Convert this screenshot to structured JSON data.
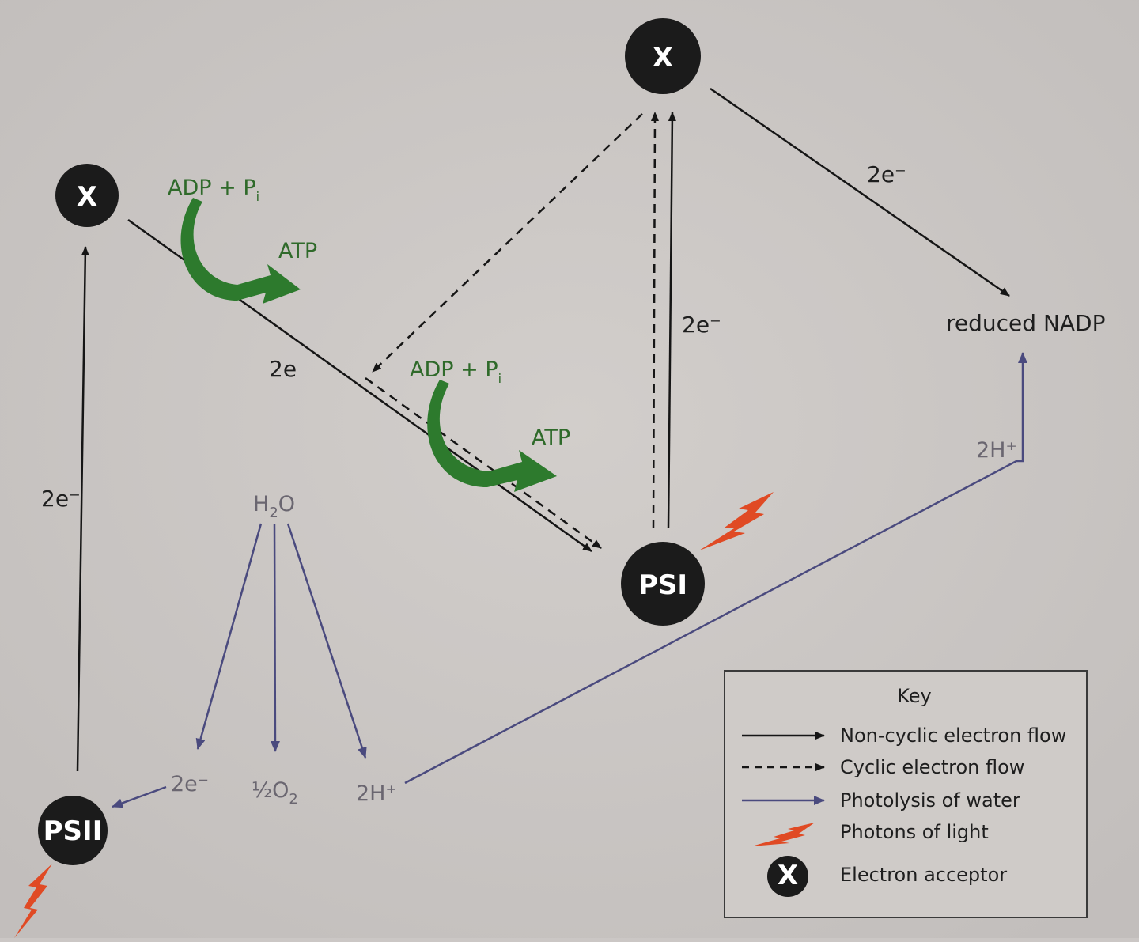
{
  "nodes": {
    "x_left": "X",
    "x_top": "X",
    "psi": "PSI",
    "psii": "PSII"
  },
  "labels": {
    "e_left": "2e⁻",
    "e_diag": "2e",
    "e_psi": "2e⁻",
    "e_right": "2e⁻",
    "e_water": "2e⁻",
    "reduced_nadp": "reduced NADP",
    "h2o_main": "H",
    "h2o_sub": "2",
    "h2o_tail": "O",
    "half_o2": "½O",
    "half_o2_sub": "2",
    "h_plus_bottom": "2H⁺",
    "h_plus_right": "2H⁺"
  },
  "phosphorylation": {
    "top": {
      "adp": "ADP + P",
      "pi_sub": "i",
      "atp": "ATP"
    },
    "middle": {
      "adp": "ADP + P",
      "pi_sub": "i",
      "atp": "ATP"
    }
  },
  "key": {
    "title": "Key",
    "items": [
      {
        "label": "Non-cyclic electron flow"
      },
      {
        "label": "Cyclic electron flow"
      },
      {
        "label": "Photolysis of water"
      },
      {
        "label": "Photons of light"
      },
      {
        "label": "Electron acceptor",
        "symbol": "X"
      }
    ]
  },
  "colors": {
    "background": "#cbc7c5",
    "node_fill": "#1b1b1b",
    "electron_flow": "#151515",
    "photolysis": "#4a4a7e",
    "phosphorylation_arrow": "#2d7a2d",
    "photon": "#e04a24"
  }
}
